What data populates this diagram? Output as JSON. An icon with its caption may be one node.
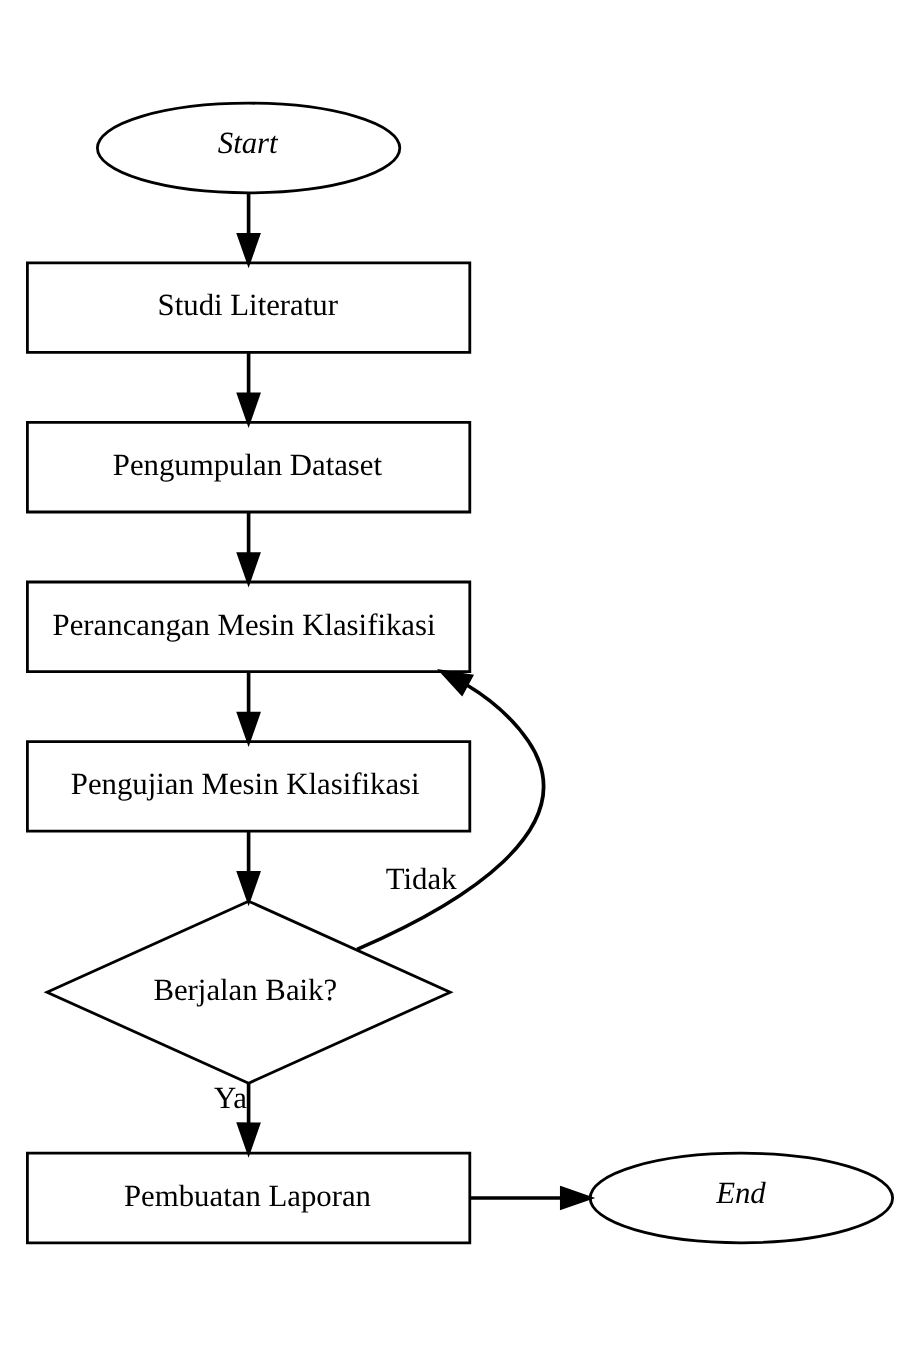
{
  "diagram": {
    "nodes": [
      {
        "text": [
          "Start"
        ]
      },
      {
        "text": [
          "Studi Literatur"
        ]
      },
      {
        "text": [
          "Pengumpulan Dataset"
        ]
      },
      {
        "text": [
          "Perancangan Mesin Klasifikasi"
        ]
      },
      {
        "text": [
          "Pengujian Mesin Klasifikasi"
        ]
      },
      {
        "text": [
          "Berjalan Baik?"
        ]
      },
      {
        "text": [
          "Pembuatan Laporan"
        ]
      },
      {
        "text": [
          "End"
        ]
      }
    ],
    "edges": [
      {
        "from": 0,
        "to": 1,
        "arrow": "to"
      },
      {
        "from": 1,
        "to": 2,
        "arrow": "to"
      },
      {
        "from": 2,
        "to": 3,
        "arrow": "to"
      },
      {
        "from": 3,
        "to": 4,
        "arrow": "to"
      },
      {
        "from": 4,
        "to": 5,
        "arrow": "to"
      },
      {
        "from": 5,
        "to": 3,
        "label": "Tidak",
        "arrow": "to"
      },
      {
        "from": 5,
        "to": 6,
        "label": "Ya",
        "arrow": "to"
      },
      {
        "from": 6,
        "to": 7,
        "arrow": "to"
      }
    ]
  }
}
